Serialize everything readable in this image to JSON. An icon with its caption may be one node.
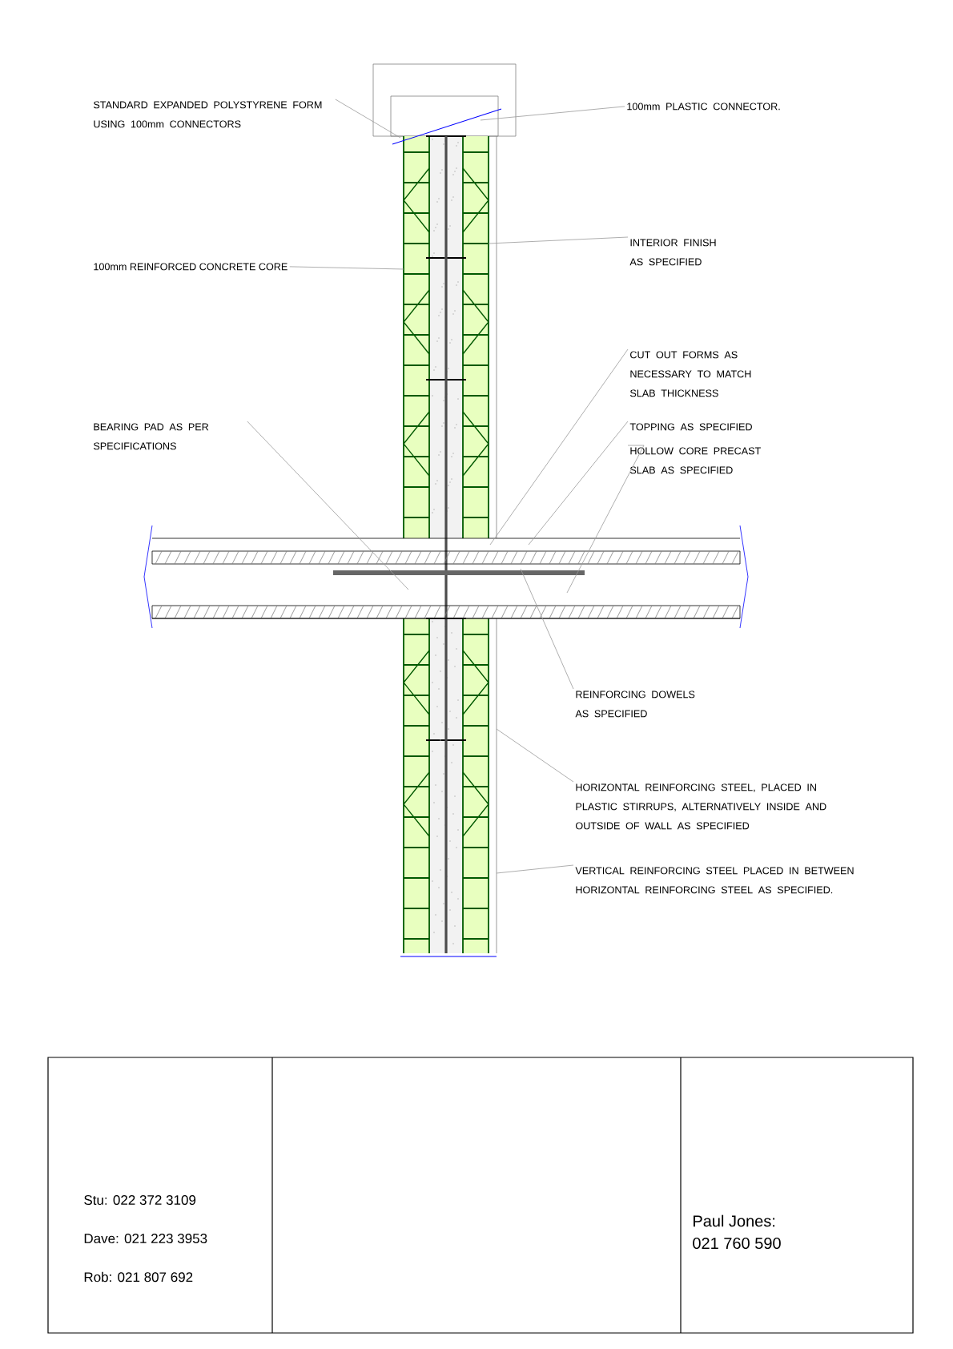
{
  "diagram": {
    "nodes": [
      {
        "text": [
          "STANDARD EXPANDED POLYSTYRENE FORM USING 100mm CONNECTORS"
        ]
      },
      {
        "text": [
          "100mm PLASTIC CONNECTOR."
        ]
      },
      {
        "text": [
          "100mm REINFORCED CONCRETE CORE"
        ]
      },
      {
        "text": [
          "INTERIOR FINISH AS SPECIFIED"
        ]
      },
      {
        "text": [
          "CUT OUT FORMS AS NECESSARY TO MATCH SLAB THICKNESS"
        ]
      },
      {
        "text": [
          "BEARING PAD AS PER SPECIFICATIONS"
        ]
      },
      {
        "text": [
          "TOPPING AS SPECIFIED"
        ]
      },
      {
        "text": [
          "HOLLOW CORE PRECAST SLAB AS SPECIFIED"
        ]
      },
      {
        "text": [
          "REINFORCING DOWELS AS SPECIFIED"
        ]
      },
      {
        "text": [
          "HORIZONTAL REINFORCING STEEL, PLACED IN PLASTIC STIRRUPS, ALTERNATIVELY INSIDE AND OUTSIDE OF WALL AS SPECIFIED"
        ]
      },
      {
        "text": [
          "VERTICAL REINFORCING STEEL PLACED IN BETWEEN HORIZONTAL REINFORCING STEEL AS SPECIFIED."
        ]
      }
    ],
    "edges": [
      {
        "from": 0,
        "to": null,
        "arrow": "none"
      },
      {
        "from": 1,
        "to": null,
        "arrow": "none"
      },
      {
        "from": 2,
        "to": null,
        "arrow": "none"
      },
      {
        "from": 3,
        "to": null,
        "arrow": "none"
      },
      {
        "from": 4,
        "to": null,
        "arrow": "none"
      },
      {
        "from": 5,
        "to": null,
        "arrow": "none"
      },
      {
        "from": 6,
        "to": null,
        "arrow": "none"
      },
      {
        "from": 7,
        "to": null,
        "arrow": "none"
      },
      {
        "from": 8,
        "to": null,
        "arrow": "none"
      },
      {
        "from": 9,
        "to": null,
        "arrow": "none"
      },
      {
        "from": 10,
        "to": null,
        "arrow": "none"
      }
    ],
    "labels": [
      "Stu:  022 372 3109",
      "Dave:  021 223 3953",
      "Rob:  021 807 692",
      "Paul Jones:",
      "021 760 590"
    ]
  }
}
